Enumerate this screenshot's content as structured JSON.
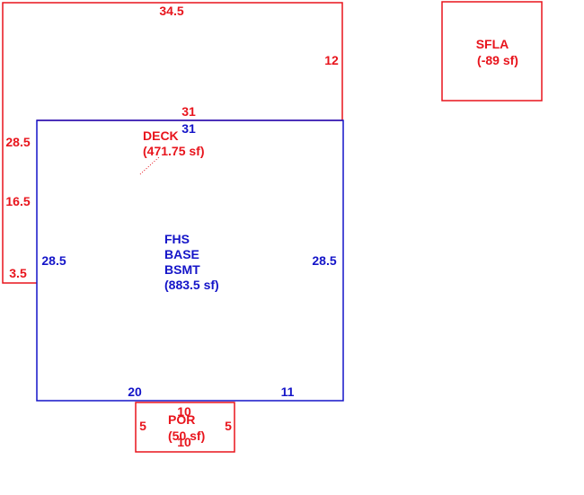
{
  "colors": {
    "red": "#e8141c",
    "blue": "#1414c8",
    "background": "#ffffff"
  },
  "deck": {
    "name": "DECK",
    "area": "(471.75 sf)",
    "dims": {
      "top": "34.5",
      "right": "12",
      "inner_top": "31",
      "left_upper": "28.5",
      "left_mid": "16.5",
      "left_lower": "3.5"
    }
  },
  "house": {
    "line1": "FHS",
    "line2": "BASE",
    "line3": "BSMT",
    "area": "(883.5 sf)",
    "dims": {
      "top": "31",
      "left": "28.5",
      "right": "28.5",
      "bottom_left": "20",
      "bottom_right": "11"
    }
  },
  "porch": {
    "name": "POR",
    "area": "(50 sf)",
    "dims": {
      "top": "10",
      "bottom": "10",
      "left": "5",
      "right": "5"
    }
  },
  "sfla": {
    "name": "SFLA",
    "area": "(-89 sf)"
  }
}
